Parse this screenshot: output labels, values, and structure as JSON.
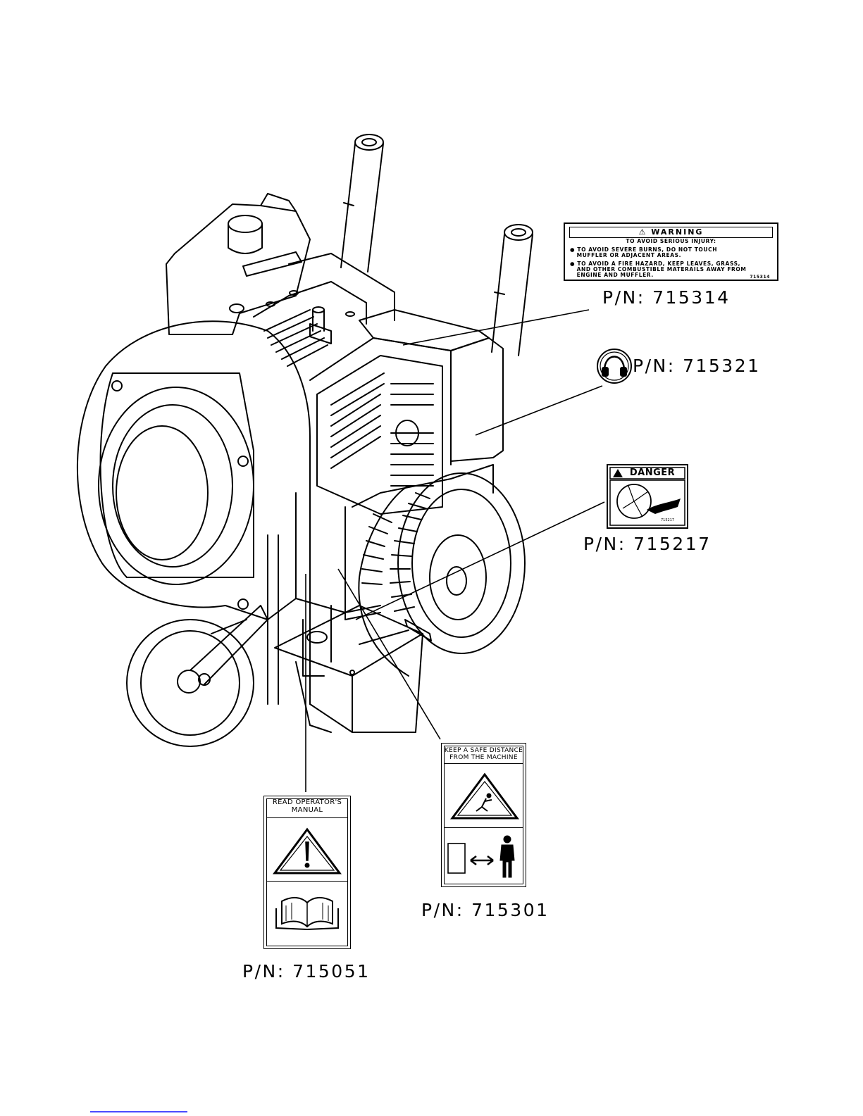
{
  "labels": {
    "warning_pn": "P/N: 715314",
    "ear_pn": "P/N: 715321",
    "danger_pn": "P/N: 715217",
    "distance_pn": "P/N: 715301",
    "manual_pn": "P/N: 715051"
  },
  "warning_decal": {
    "title": "WARNING",
    "heading": "TO AVOID SERIOUS INJURY:",
    "line1a": "● TO AVOID SEVERE BURNS, DO NOT TOUCH",
    "line1b": "   MUFFLER OR ADJACENT AREAS.",
    "line2a": "● TO AVOID A FIRE HAZARD, KEEP LEAVES, GRASS,",
    "line2b": "   AND OTHER COMBUSTIBLE MATERAILS AWAY FROM",
    "line2c": "   ENGINE AND MUFFLER.",
    "code": "715314"
  },
  "danger_decal": {
    "title": "DANGER",
    "code": "715217"
  },
  "distance_decal": {
    "line1": "KEEP A SAFE DISTANCE",
    "line2": "FROM THE MACHINE"
  },
  "manual_decal": {
    "line1": "READ OPERATOR'S",
    "line2": "MANUAL"
  },
  "colors": {
    "ink": "#000000",
    "paper": "#ffffff",
    "link_underline": "#4b4bff"
  }
}
